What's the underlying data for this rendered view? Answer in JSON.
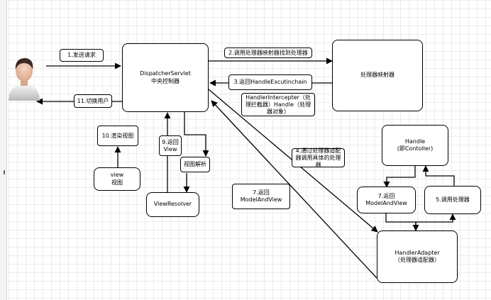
{
  "nodes": {
    "dispatcher": {
      "line1": "DispatcherServlet",
      "line2": "中央控制器"
    },
    "mapper": {
      "label": "处理器映射器"
    },
    "handle": {
      "line1": "Handle",
      "line2": "(即Contoller)"
    },
    "adapter": {
      "line1": "HandlerAdapter",
      "line2": "（处理器适配器）"
    },
    "view_resolver": {
      "label": "ViewResolver"
    },
    "view": {
      "line1": "view",
      "line2": "视图"
    },
    "return_mav_inner": {
      "label": "7.返回ModelAndView"
    },
    "invoke_handler": {
      "label": "5.调用处理器"
    }
  },
  "labels": {
    "send_request": "1.发送请求",
    "switch_user": "11.切换用户",
    "call_mapper": "2.调用处理器映射器找到处理器",
    "return_chain": "3.返回HandleExcutinchain",
    "interceptor": "HandlerIntercepter（处理拦截器）Handle（处理器对象）",
    "render_view": "10.渲染视图",
    "return_view": "9.返回View",
    "parse_view": "视图解析",
    "adapter_call": "4.通过处理器适配器调用具体的处理器",
    "return_mav": "7.返回ModelAndView"
  }
}
